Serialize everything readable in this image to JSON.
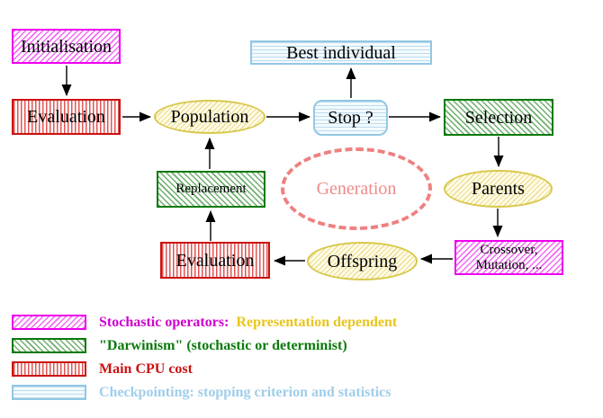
{
  "diagram": {
    "nodes": {
      "initialisation": "Initialisation",
      "evaluation_top": "Evaluation",
      "population": "Population",
      "best_individual": "Best individual",
      "stop": "Stop ?",
      "selection": "Selection",
      "parents": "Parents",
      "replacement": "Replacement",
      "generation": "Generation",
      "evaluation_bottom": "Evaluation",
      "offspring": "Offspring",
      "crossover_line1": "Crossover,",
      "crossover_line2": "Mutation, ..."
    },
    "colors": {
      "stochastic_magenta": "#ee00ee",
      "darwinism_green": "#0a7a0a",
      "cpu_red": "#cc1111",
      "checkpoint_cyan": "#93c7e4",
      "data_yellow": "#d9c84b",
      "generation_salmon": "#ef8080",
      "legend_yellow_text": "#e8c51e",
      "arrow_black": "#000000"
    }
  },
  "legend": {
    "items": [
      {
        "swatch": "magenta-diagonal-hatch",
        "text": "Stochastic operators:",
        "text2": "Representation dependent"
      },
      {
        "swatch": "green-diagonal-hatch",
        "text": "\"Darwinism\" (stochastic or determinist)"
      },
      {
        "swatch": "red-vertical-hatch",
        "text": "Main CPU cost"
      },
      {
        "swatch": "cyan-horizontal-hatch",
        "text": "Checkpointing: stopping criterion and statistics"
      }
    ]
  }
}
